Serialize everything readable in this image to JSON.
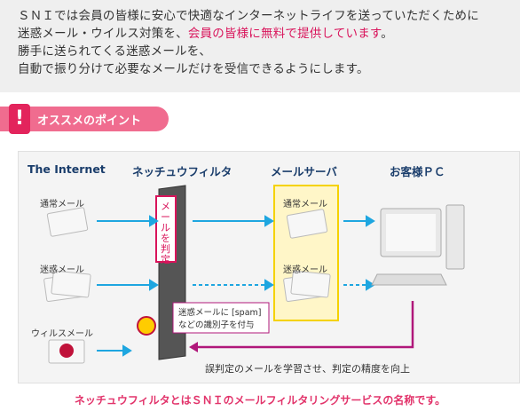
{
  "intro": {
    "line1": "ＳＮＩでは会員の皆様に安心で快適なインターネットライフを送っていただくために",
    "line2_a": "迷惑メール・ウイルス対策を、",
    "line2_b": "会員の皆様に無料で提供しています",
    "line2_c": "。",
    "line3": "勝手に送られてくる迷惑メールを、",
    "line4": "自動で振り分けて必要なメールだけを受信できるようにします。"
  },
  "badge": {
    "mark": "!",
    "label": "オススメのポイント"
  },
  "diagram": {
    "headers": [
      "The Internet",
      "ネッチュウフィルタ",
      "メールサーバ",
      "お客様ＰＣ"
    ],
    "mail_types": [
      "通常メール",
      "迷惑メール",
      "ウィルスメール"
    ],
    "filter_label": "メールを判定",
    "server_labels": [
      "通常メール",
      "迷惑メール"
    ],
    "spam_note_line1": "迷惑メールに [spam]",
    "spam_note_line2": "などの識別子を付与",
    "feedback": "誤判定のメールを学習させ、判定の精度を向上"
  },
  "caption": "ネッチュウフィルタとはＳＮＩのメールフィルタリングサービスの名称です。",
  "colors": {
    "accent": "#d9145b",
    "arrow": "#1ea6e0",
    "feedback": "#b0177a",
    "server_box": "#fff6c8"
  }
}
